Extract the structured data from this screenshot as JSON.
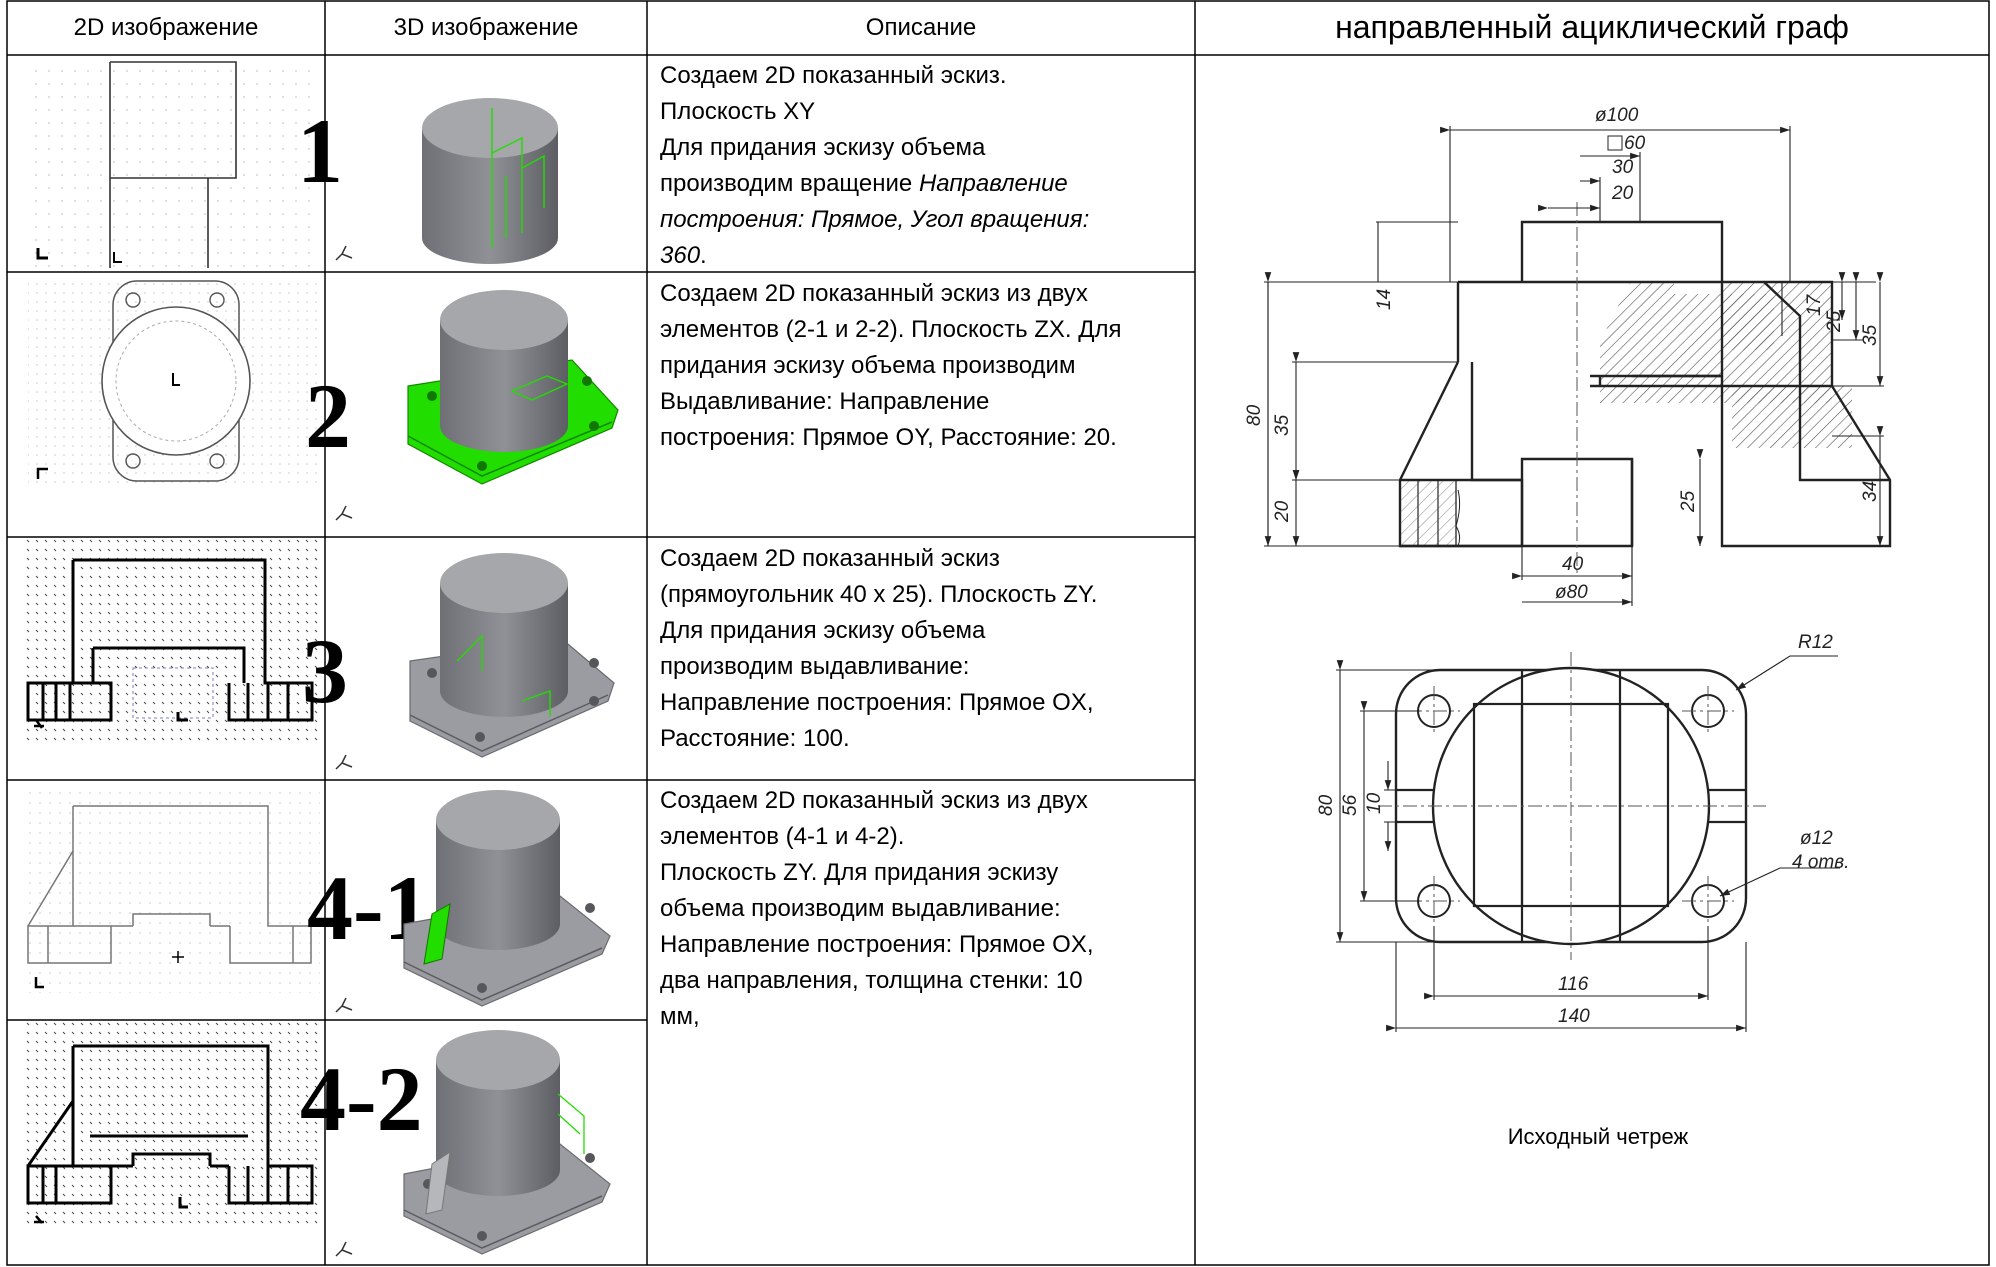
{
  "table": {
    "headers": {
      "col_2d": "2D изображение",
      "col_3d": "3D изображение",
      "col_desc": "Описание",
      "col_graph": "направленный ациклический граф"
    },
    "rows": [
      {
        "number": "1",
        "desc_lines": [
          "Создаем 2D показанный эскиз.",
          "Плоскость XY",
          "Для придания эскизу объема",
          "производим вращение "
        ],
        "desc_italic": [
          "Направление",
          "построения: Прямое, Угол вращения:",
          "360"
        ],
        "desc_tail": "."
      },
      {
        "number": "2",
        "desc": [
          "Создаем 2D показанный эскиз из двух",
          "элементов (2-1 и 2-2). Плоскость ZX. Для",
          "придания эскизу объема производим",
          "Выдавливание: Направление",
          "построения: Прямое OY, Расстояние: 20."
        ]
      },
      {
        "number": "3",
        "desc": [
          "Создаем 2D показанный эскиз",
          "(прямоугольник 40 x 25). Плоскость ZY.",
          "Для придания эскизу объема",
          "производим выдавливание:",
          "Направление построения: Прямое OX,",
          "Расстояние: 100."
        ]
      },
      {
        "number": "4-1",
        "desc": [
          "Создаем 2D показанный эскиз из двух",
          "элементов (4-1 и 4-2).",
          "Плоскость ZY. Для придания эскизу",
          "объема производим выдавливание:",
          "Направление построения: Прямое OX,",
          "два направления, толщина стенки: 10",
          "мм,"
        ]
      },
      {
        "number": "4-2"
      }
    ]
  },
  "drawing": {
    "caption": "Исходный четреж",
    "dims_front": {
      "d100": "ø100",
      "sq60": "60",
      "d30": "30",
      "d20": "20",
      "d14": "14",
      "d17": "17",
      "d25a": "25",
      "d35r": "35",
      "d80": "80",
      "d35l": "35",
      "d20l": "20",
      "d25": "25",
      "d34": "34",
      "d40": "40",
      "d80b": "ø80"
    },
    "dims_top": {
      "r12": "R12",
      "d80": "80",
      "d56": "56",
      "d10": "10",
      "d12": "ø12",
      "holes": "4 отв.",
      "d116": "116",
      "d140": "140"
    }
  },
  "colors": {
    "accent_green": "#22dd00",
    "model_gray": "#8f9196",
    "grid_line": "#000000"
  }
}
